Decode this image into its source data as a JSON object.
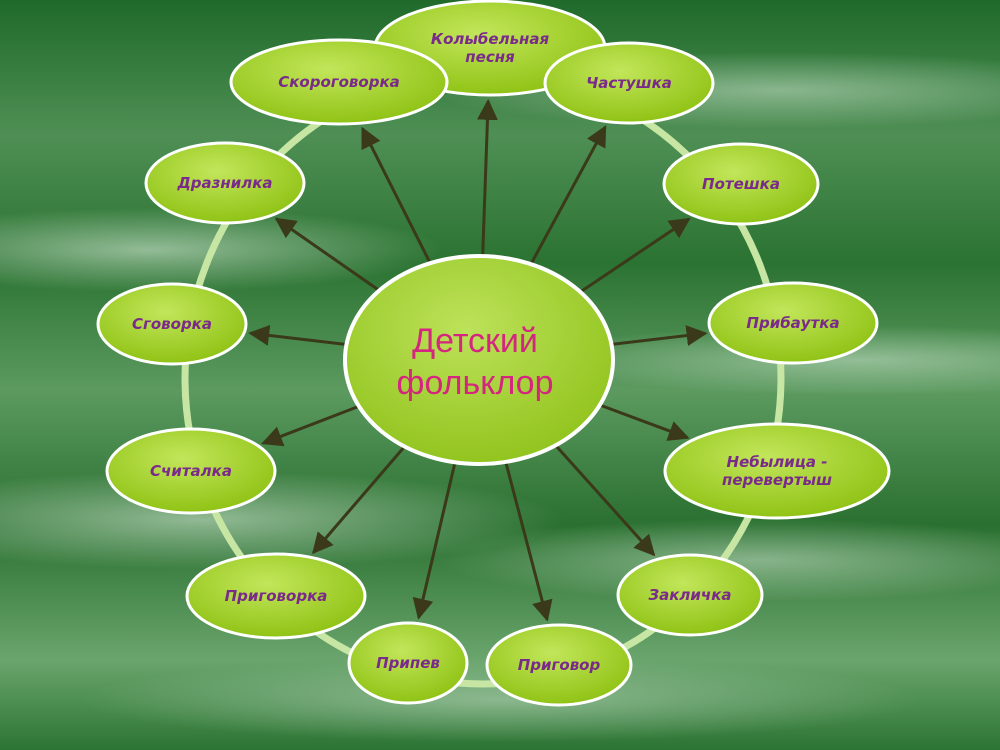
{
  "center": {
    "lines": [
      "Детский",
      "фольклор"
    ]
  },
  "nodes": [
    {
      "id": "kolybelnaya",
      "lines": [
        "Колыбельная",
        "песня"
      ]
    },
    {
      "id": "chastushka",
      "lines": [
        "Частушка"
      ]
    },
    {
      "id": "poteshka",
      "lines": [
        "Потешка"
      ]
    },
    {
      "id": "pribautka",
      "lines": [
        "Прибаутка"
      ]
    },
    {
      "id": "nebylitsa",
      "lines": [
        "Небылица -",
        "перевертыш"
      ]
    },
    {
      "id": "zaklichka",
      "lines": [
        "Закличка"
      ]
    },
    {
      "id": "prigovor",
      "lines": [
        "Приговор"
      ]
    },
    {
      "id": "pripev",
      "lines": [
        "Припев"
      ]
    },
    {
      "id": "prigovorka",
      "lines": [
        "Приговорка"
      ]
    },
    {
      "id": "schitalka",
      "lines": [
        "Считалка"
      ]
    },
    {
      "id": "sgovorka",
      "lines": [
        "Сговорка"
      ]
    },
    {
      "id": "draznilka",
      "lines": [
        "Дразнилка"
      ]
    },
    {
      "id": "skorogovorka",
      "lines": [
        "Скороговорка"
      ]
    }
  ],
  "colors": {
    "node_fill": "#9dcc1e",
    "label_text": "#7a2a8a",
    "center_text": "#d4267f",
    "arrow": "#3a3a1a",
    "ring": "#c7e6a4"
  }
}
